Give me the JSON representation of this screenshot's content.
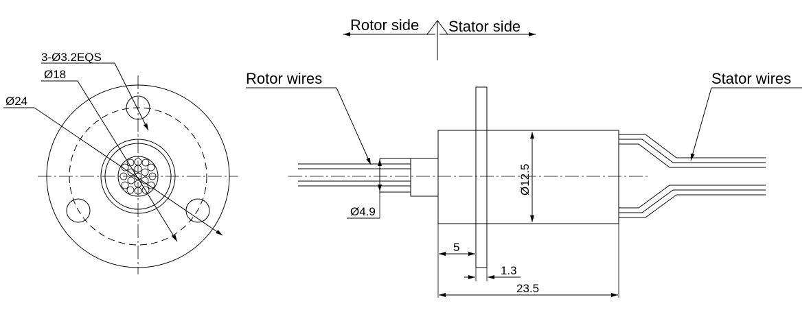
{
  "labels": {
    "rotor_side": "Rotor side",
    "stator_side": "Stator side",
    "rotor_wires": "Rotor wires",
    "stator_wires": "Stator wires"
  },
  "dimensions": {
    "holes": "3-Ø3.2EQS",
    "d18": "Ø18",
    "d24": "Ø24",
    "d49": "Ø4.9",
    "d125": "Ø12.5",
    "len5": "5",
    "len13": "1.3",
    "len235": "23.5"
  }
}
